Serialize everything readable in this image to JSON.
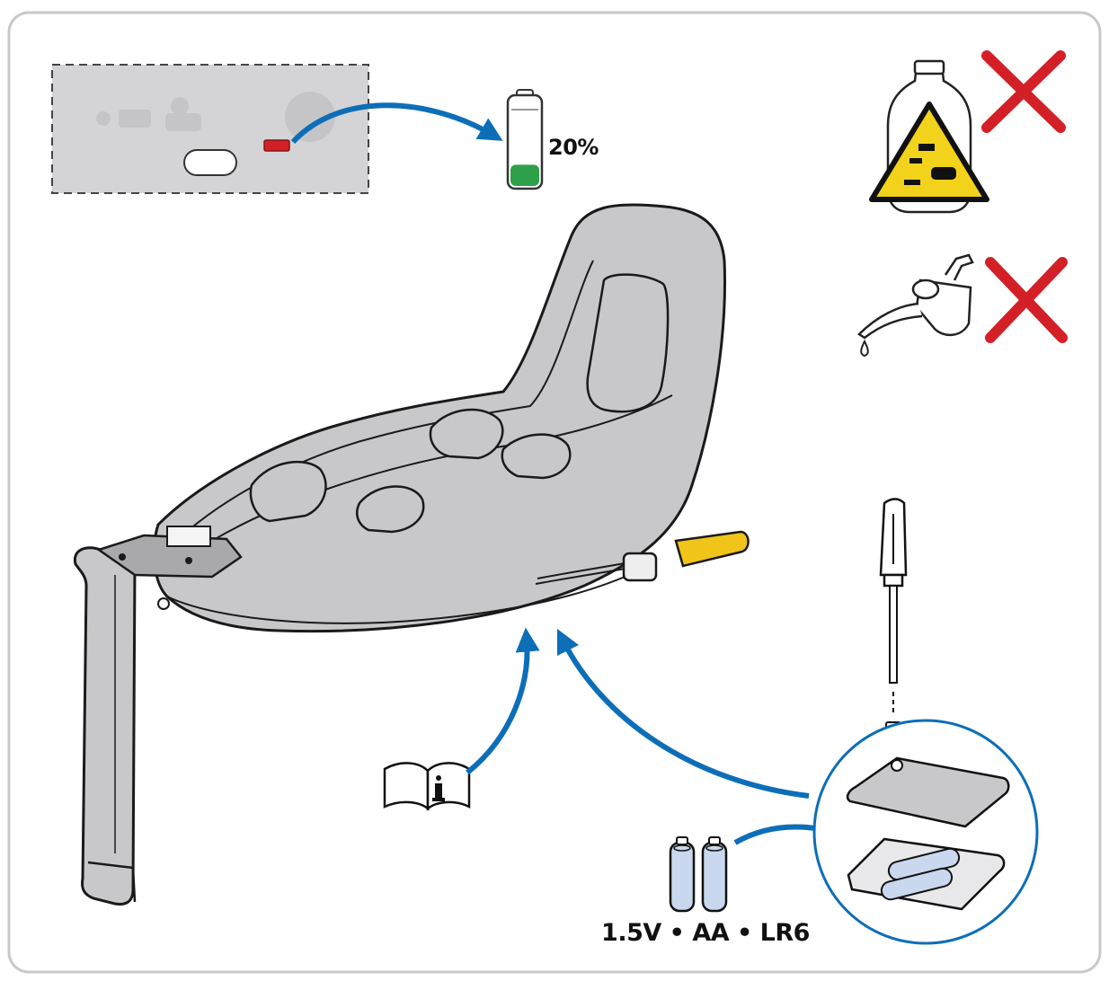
{
  "battery_indicator": {
    "level_text": "20%",
    "level_fraction": 0.2,
    "led_color": "#d32027",
    "fill_color": "#2ea04a"
  },
  "battery_spec": {
    "text": "1.5V • AA • LR6"
  },
  "colors": {
    "arrow": "#0d6eb8",
    "warning_yellow": "#f2d21b",
    "cross_red": "#d32027",
    "seat_gray": "#c8c8ca",
    "panel_gray": "#d4d4d6",
    "isofix_yellow": "#f0c419",
    "battery_blue": "#c9d8ee"
  },
  "icons": {
    "panel": "display-panel",
    "battery": "battery-icon",
    "corrosive_cleaner": "corrosive-cleaner-bottle-icon",
    "oil_can": "oil-can-icon",
    "prohibited": "red-cross-icon",
    "manual": "instruction-manual-info-icon",
    "screwdriver": "screwdriver-icon",
    "screw": "screw-icon",
    "aa_batteries": "aa-battery-icon",
    "battery_compartment": "battery-compartment-detail-icon"
  }
}
